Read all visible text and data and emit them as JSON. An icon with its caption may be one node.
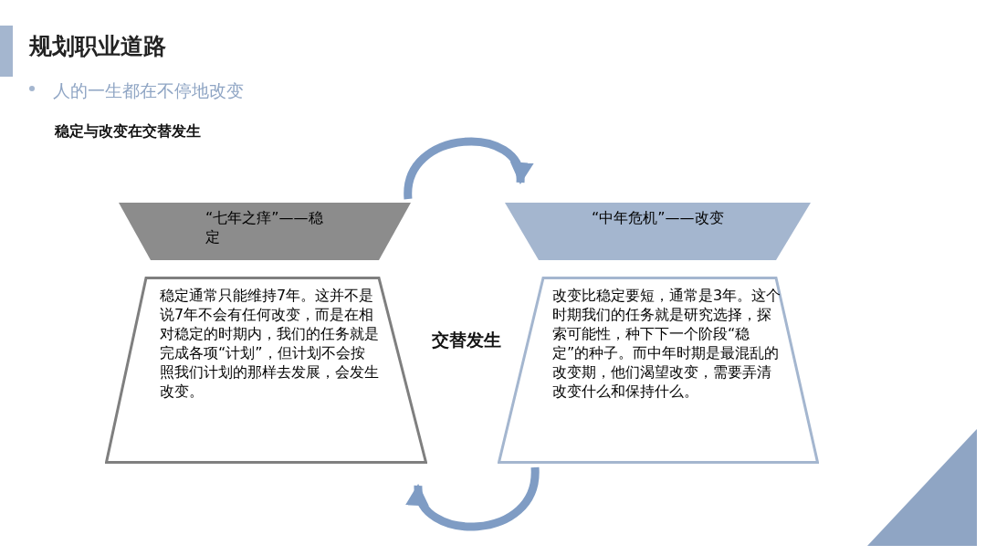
{
  "diagram": {
    "title": "规划职业道路",
    "nodes": [
      {
        "text": [
          "“七年之痒”——稳定"
        ]
      },
      {
        "text": [
          "稳定通常只能维持7年。这并不是说7年不会有任何改变，而是在相对稳定的时期内，我们的任务就是完成各项“计划”，但计划不会按照我们计划的那样去发展，会发生改变。"
        ]
      },
      {
        "text": [
          "“中年危机”——改变"
        ]
      },
      {
        "text": [
          "改变比稳定要短，通常是3年。这个时期我们的任务就是研究选择，探索可能性，种下下一个阶段“稳定”的种子。而中年时期是最混乱的改变期，他们渴望改变，需要弄清改变什么和保持什么。"
        ]
      }
    ],
    "edges": [
      {
        "from": 0,
        "to": 2,
        "arrow": "to"
      },
      {
        "from": 3,
        "to": 1,
        "arrow": "to"
      }
    ],
    "labels": [
      "人的一生都在不停地改变",
      "稳定与改变在交替发生",
      "交替发生"
    ]
  }
}
